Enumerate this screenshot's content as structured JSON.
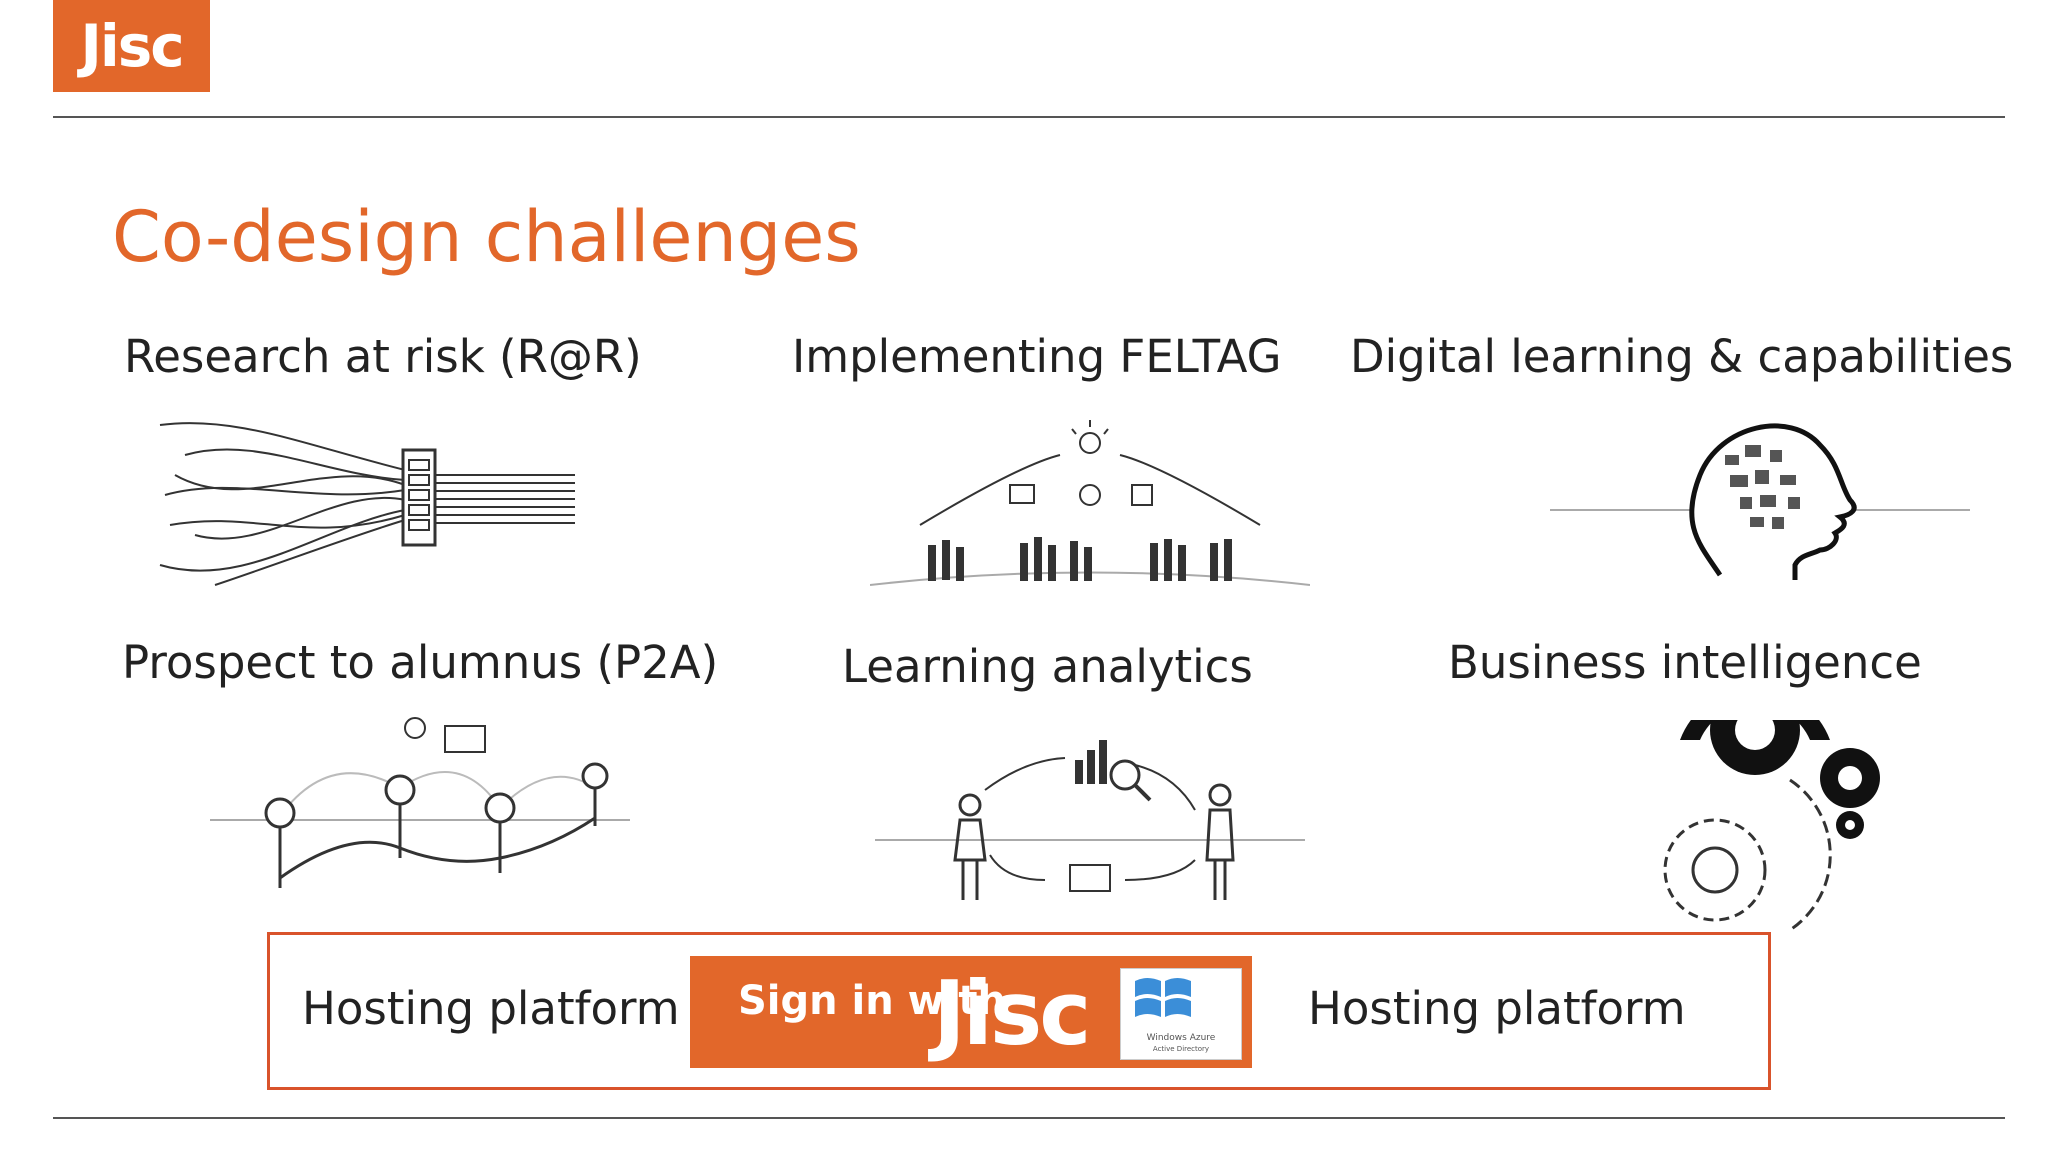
{
  "logo": {
    "text": "Jisc"
  },
  "title": "Co-design challenges",
  "challenges": [
    {
      "label": "Research at risk (R@R)",
      "icon": "network-funnel-icon"
    },
    {
      "label": "Implementing FELTAG",
      "icon": "lightbulb-community-icon"
    },
    {
      "label": "Digital learning & capabilities",
      "icon": "brain-head-icon"
    },
    {
      "label": "Prospect to alumnus (P2A)",
      "icon": "journey-markers-icon"
    },
    {
      "label": "Learning analytics",
      "icon": "analytics-cycle-icon"
    },
    {
      "label": "Business intelligence",
      "icon": "gears-icon"
    }
  ],
  "hosting": {
    "left_label": "Hosting platform",
    "right_label": "Hosting platform",
    "signin_prefix": "Sign in with",
    "signin_brand": "Jisc",
    "azure_line1": "Windows Azure",
    "azure_line2": "Active Directory"
  },
  "colors": {
    "brand": "#e2672a",
    "border": "#d9532b"
  }
}
